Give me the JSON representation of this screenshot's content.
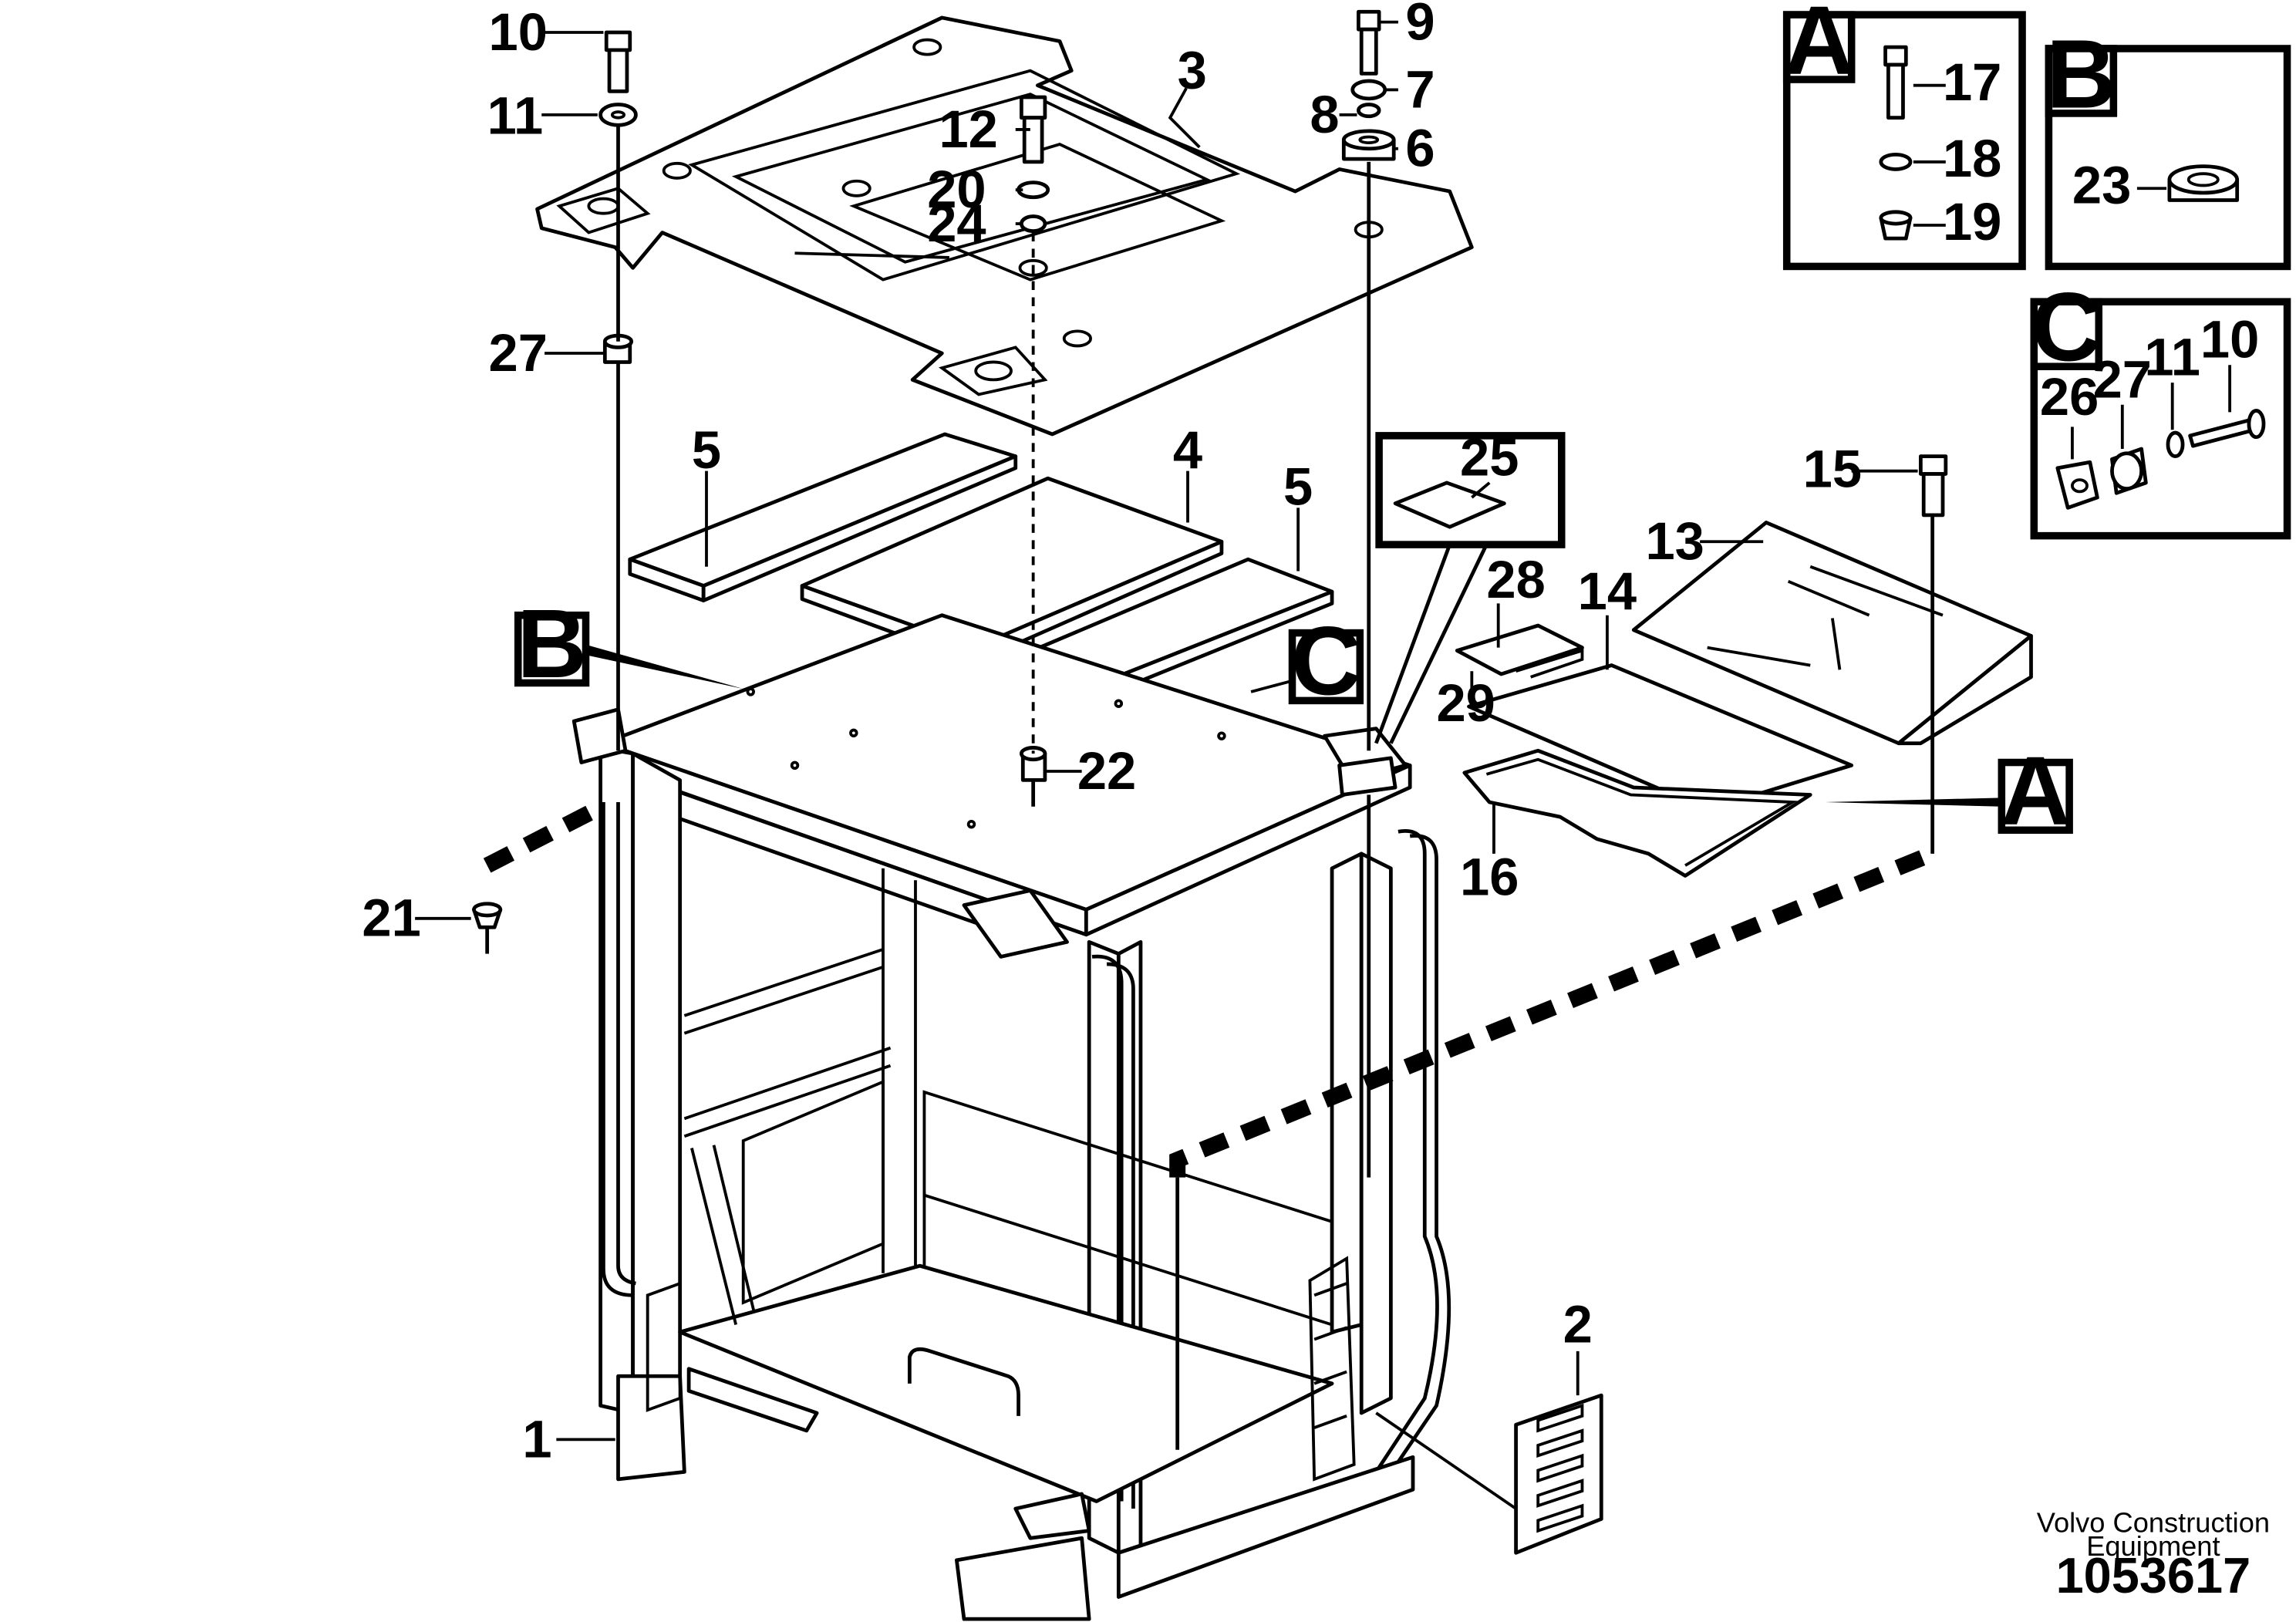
{
  "callouts": {
    "n1": "1",
    "n2": "2",
    "n3": "3",
    "n4": "4",
    "n5a": "5",
    "n5b": "5",
    "n6": "6",
    "n7": "7",
    "n8": "8",
    "n9": "9",
    "n10": "10",
    "n11": "11",
    "n12": "12",
    "n13": "13",
    "n14": "14",
    "n15": "15",
    "n16": "16",
    "n20": "20",
    "n21": "21",
    "n22": "22",
    "n24": "24",
    "n25": "25",
    "n27": "27",
    "n28": "28",
    "n29": "29"
  },
  "detail_refs": {
    "b": "B",
    "c": "C",
    "a": "A"
  },
  "detail_a": {
    "label": "A",
    "n17": "17",
    "n18": "18",
    "n19": "19"
  },
  "detail_b": {
    "label": "B",
    "n23": "23"
  },
  "detail_c": {
    "label": "C",
    "n26": "26",
    "n27": "27",
    "n11": "11",
    "n10": "10"
  },
  "footer": {
    "line1": "Volvo Construction",
    "line2": "Equipment",
    "part_number": "1053617"
  }
}
